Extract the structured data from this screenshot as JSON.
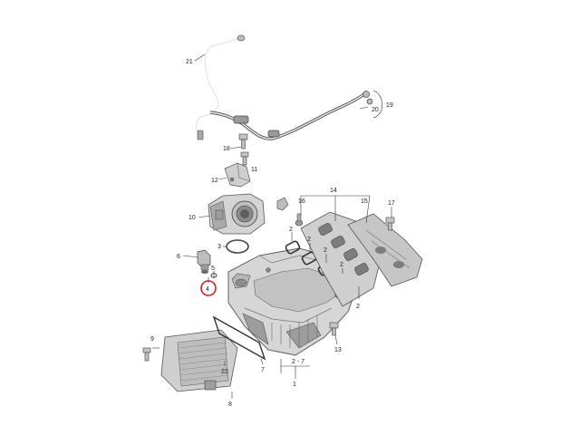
{
  "colors": {
    "part_fill": "#dcdcdc",
    "part_shade": "#a8a8a8",
    "part_dark": "#6e6e6e",
    "outline": "#555555",
    "highlight": "#cc2222"
  },
  "highlighted_part": "4",
  "labels": {
    "l21": "21",
    "l20": "20",
    "l19": "19",
    "l18": "18",
    "l12": "12",
    "l11": "11",
    "l10": "10",
    "l3": "3",
    "l6": "6",
    "l5": "5",
    "l4": "4",
    "l14": "14",
    "l16": "16",
    "l15": "15",
    "l17": "17",
    "l2a": "2",
    "l2b": "2",
    "l2c": "2",
    "l2d": "2",
    "l2e": "2",
    "l13": "13",
    "l9": "9",
    "l22": "22",
    "l7": "7",
    "l8": "8",
    "l27": "2 - 7",
    "l1": "1"
  }
}
